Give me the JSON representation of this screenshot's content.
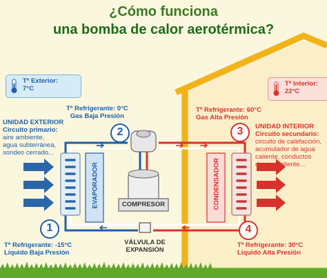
{
  "title": {
    "line1": "¿Cómo funciona",
    "line2": "una bomba de calor aerotérmica?"
  },
  "exterior_temp": {
    "label": "Tª Exterior:",
    "value": "7°C"
  },
  "interior_temp": {
    "label": "Tª Interior:",
    "value": "22°C"
  },
  "unidad_exterior": {
    "title": "UNIDAD EXTERIOR",
    "subtitle": "Circuito primario:",
    "lines": [
      "aire ambiente,",
      "agua subterránea,",
      "sondeo cerrado..."
    ]
  },
  "unidad_interior": {
    "title": "UNIDAD INTERIOR",
    "subtitle": "Circuito secundario:",
    "lines": [
      "circuito de calefacción,",
      "acumulador de agua",
      "caliente, conductos",
      "de aire caliente..."
    ]
  },
  "steps": [
    {
      "number": "1",
      "temp": "Tª Refrigerante: -15°C",
      "state": "Líquido Baja Presión"
    },
    {
      "number": "2",
      "temp": "Tª Refrigerante: 0°C",
      "state": "Gas Baja Presión"
    },
    {
      "number": "3",
      "temp": "Tª Refrigerante: 60°C",
      "state": "Gas Alta Presión"
    },
    {
      "number": "4",
      "temp": "Tª Refrigerante: 30°C",
      "state": "Líquido Alta Presión"
    }
  ],
  "components": {
    "evaporador": "EVAPORADOR",
    "condensador": "CONDENSADOR",
    "compresor": "COMPRESOR",
    "valvula": [
      "VÁLVULA DE",
      "EXPANSIÓN"
    ]
  },
  "colors": {
    "cold": "#1e5fa8",
    "hot": "#d8322c",
    "house": "#f2b21a",
    "title": "#3a7a23"
  }
}
